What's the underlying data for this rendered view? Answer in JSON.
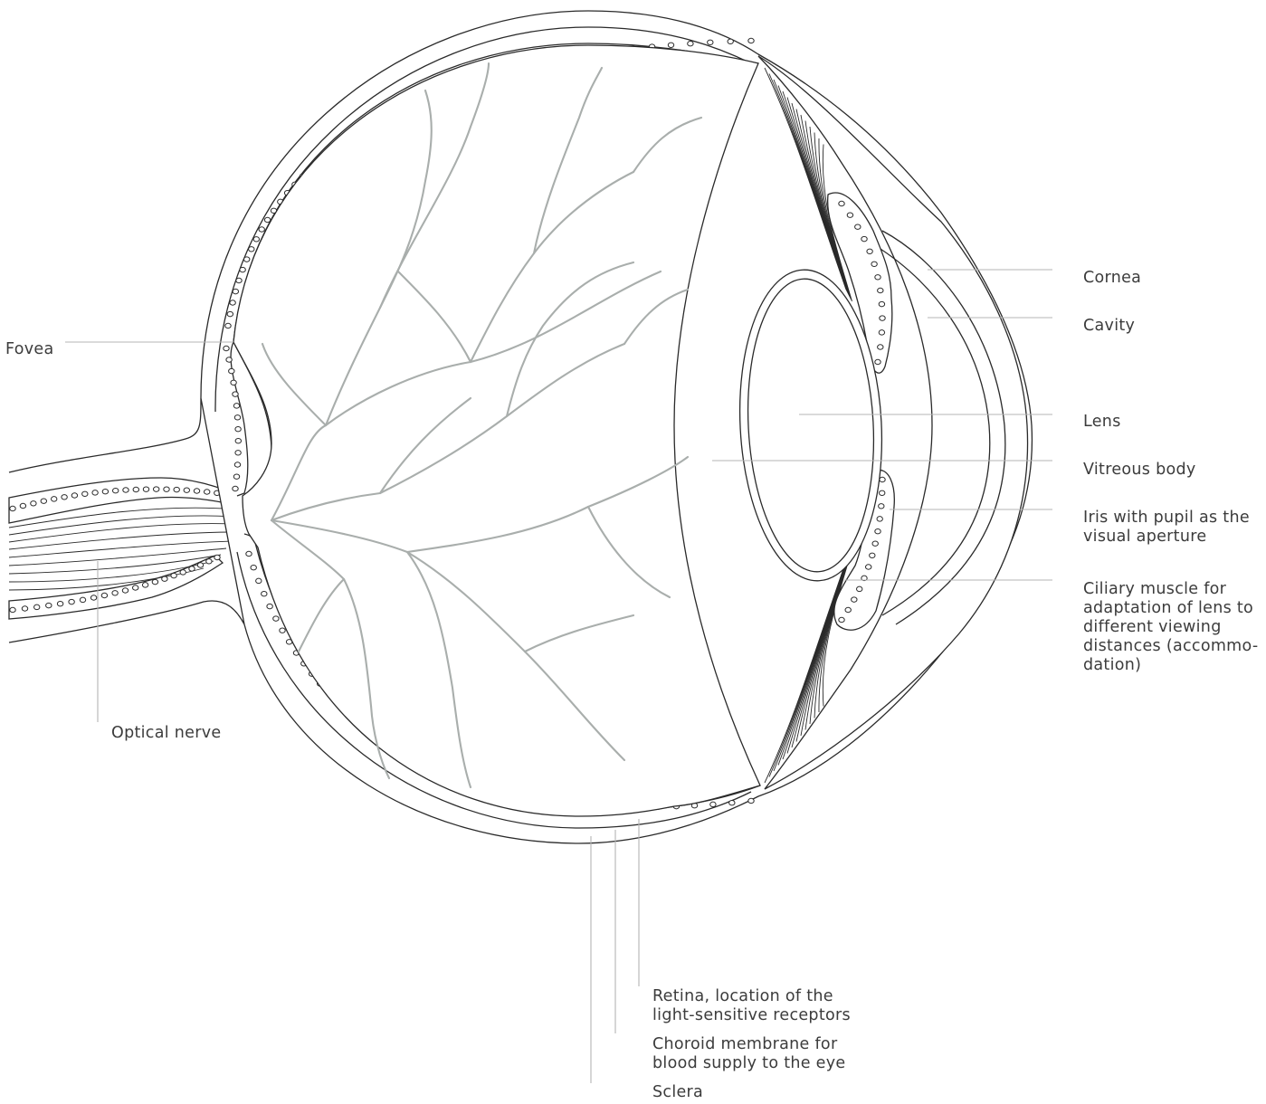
{
  "labels": {
    "cornea": "Cornea",
    "cavity": "Cavity",
    "lens": "Lens",
    "vitreous_body": "Vitreous body",
    "iris": [
      "Iris with pupil as the",
      "visual aperture"
    ],
    "ciliary_muscle": [
      "Ciliary muscle for",
      "adaptation of lens to",
      "different viewing",
      "distances (accommo-",
      "dation)"
    ],
    "fovea": "Fovea",
    "optical_nerve": "Optical nerve",
    "retina": [
      "Retina, location of the",
      "light-sensitive receptors"
    ],
    "choroid": [
      "Choroid membrane for",
      "blood supply to the eye"
    ],
    "sclera": "Sclera"
  },
  "colors": {
    "outline": "#2a2a2a",
    "vessels": "#a9aeac",
    "leader_lines": "#b4b4b4",
    "label_text": "#3c3c3c",
    "background": "#ffffff"
  }
}
